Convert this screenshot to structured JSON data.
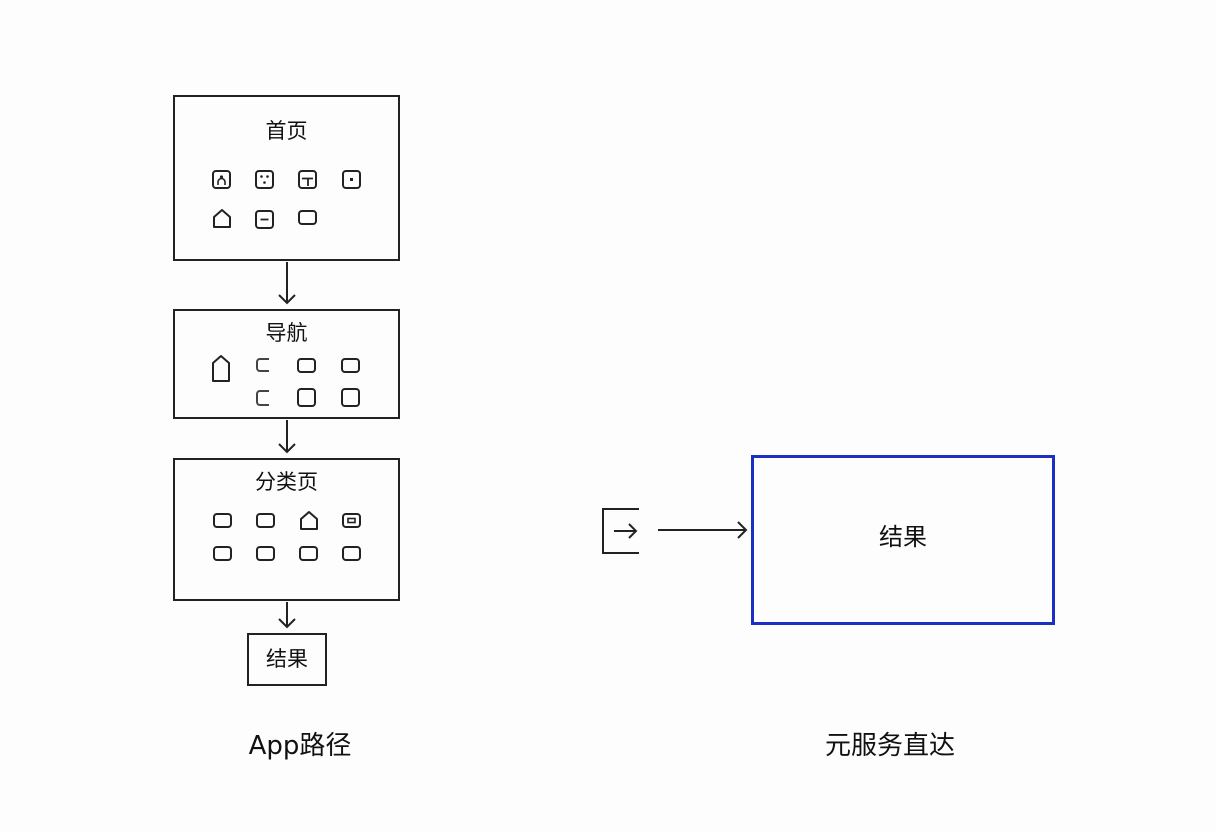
{
  "left_flow": {
    "home": {
      "title": "首页"
    },
    "nav": {
      "title": "导航"
    },
    "category": {
      "title": "分类页"
    },
    "result": {
      "title": "结果"
    },
    "caption": "App路径"
  },
  "right_flow": {
    "result": {
      "title": "结果"
    },
    "caption": "元服务直达"
  },
  "colors": {
    "line": "#222222",
    "accent_border": "#1a2fc4"
  }
}
